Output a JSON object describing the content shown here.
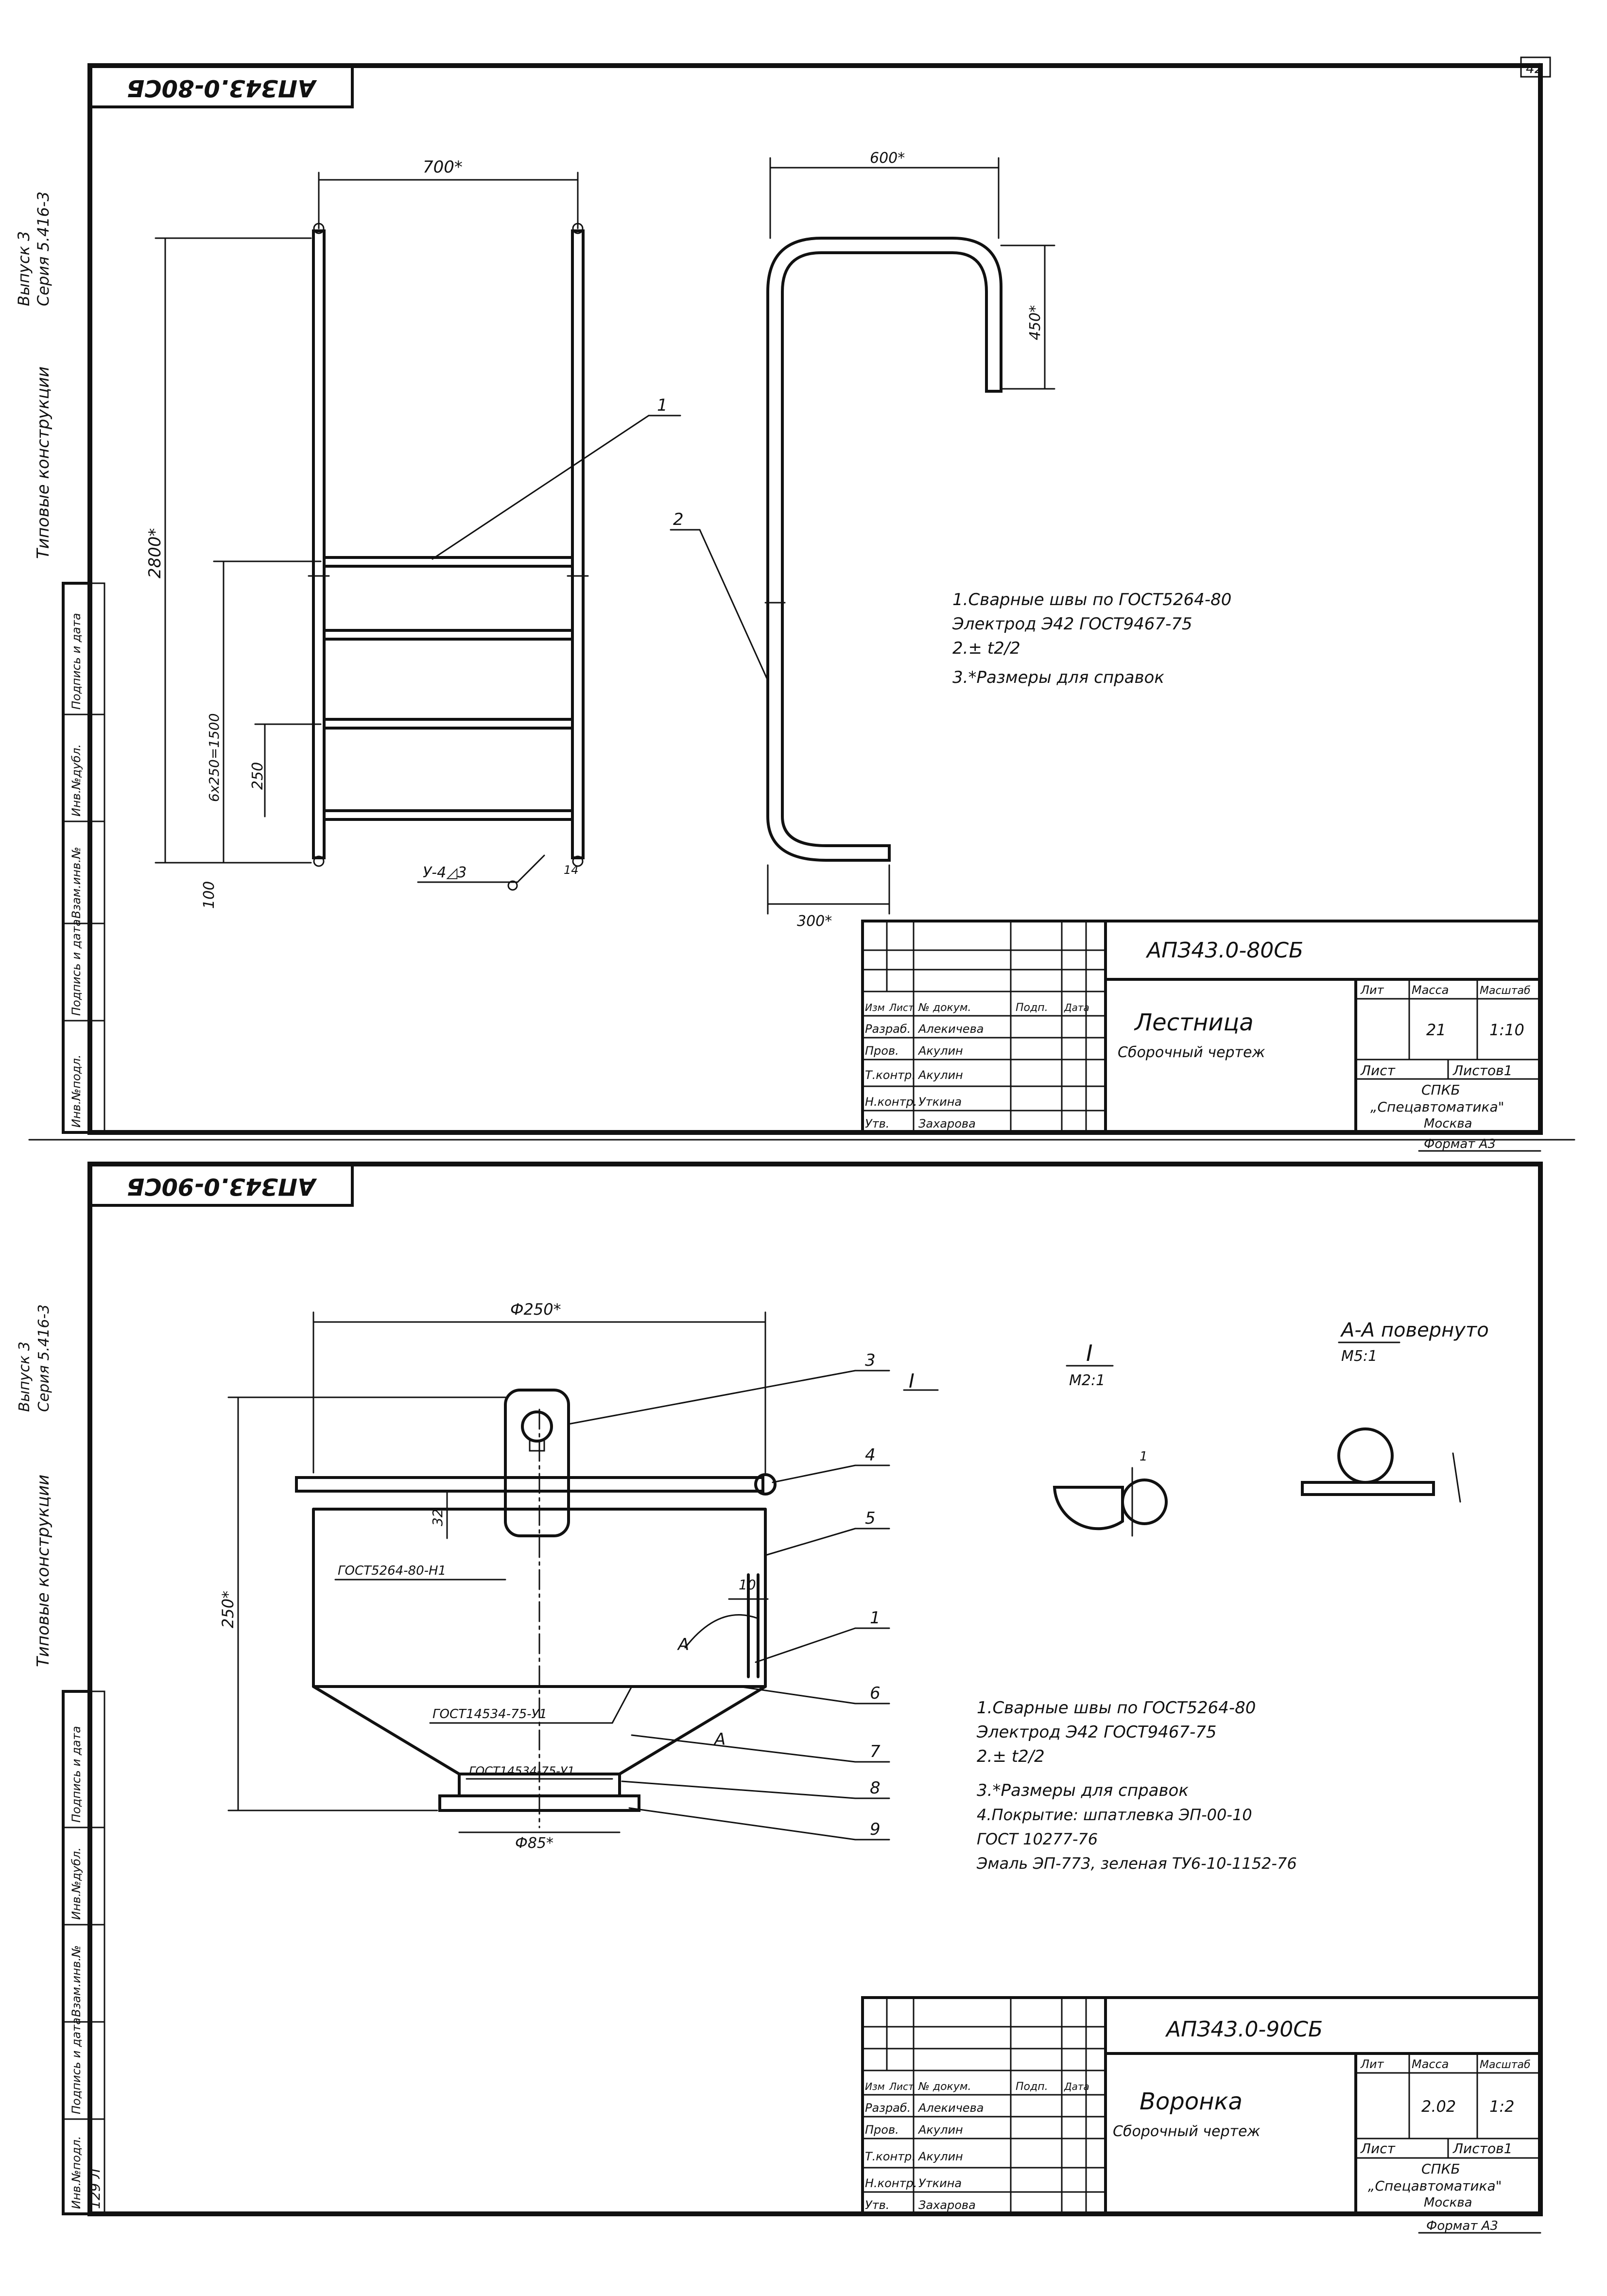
{
  "corner_sheet": "42",
  "sheets": [
    {
      "code_stamp": "АПЗ43.0-80СБ",
      "series": "Серия 5.416-3",
      "issue": "Выпуск 3",
      "section": "Типовые конструкции",
      "dims": [
        "700*",
        "2800*",
        "6x250=1500",
        "250",
        "100",
        "600*",
        "450*",
        "300*"
      ],
      "weld_mark": "У-4◿3",
      "leaders": [
        "1",
        "2",
        "14"
      ],
      "notes": [
        "1.Сварные швы по ГОСТ5264-80",
        "Электрод Э42 ГОСТ9467-75",
        "2.± t2/2",
        "3.*Размеры для справок"
      ],
      "title_block": {
        "designation": "АПЗ43.0-80СБ",
        "name": "Лестница",
        "doc_type": "Сборочный чертеж",
        "col_headers": [
          "Лит",
          "Масса",
          "Масштаб"
        ],
        "mass": "21",
        "scale": "1:10",
        "sheet_label": "Лист",
        "sheets_label": "Листов1",
        "org1": "СПКБ",
        "org2": "„Спецавтоматика\"",
        "city": "Москва",
        "format": "Формат А3",
        "sig_head": [
          "Изм",
          "Лист",
          "№ докум.",
          "Подп.",
          "Дата"
        ],
        "roles": [
          {
            "role": "Разраб.",
            "person": "Алекичева"
          },
          {
            "role": "Пров.",
            "person": "Акулин"
          },
          {
            "role": "Т.контр.",
            "person": "Акулин"
          },
          {
            "role": "Н.контр.",
            "person": "Уткина"
          },
          {
            "role": "Утв.",
            "person": "Захарова"
          }
        ]
      },
      "margin_labels": [
        "Инв.№подл.",
        "Подпись и дата",
        "Взам.инв.№",
        "Инв.№дубл.",
        "Подпись и дата"
      ]
    },
    {
      "code_stamp": "АПЗ43.0-90СБ",
      "series": "Серия 5.416-3",
      "issue": "Выпуск 3",
      "section": "Типовые конструкции",
      "dims": [
        "Ф250*",
        "250*",
        "32",
        "10",
        "Ф85*",
        "1"
      ],
      "weld_labels": [
        "ГОСТ5264-80-Н1",
        "ГОСТ14534-75-У1",
        "ГОСТ14534-75-У1"
      ],
      "section_marks": [
        "I",
        "М2:1",
        "А-А повернуто",
        "М5:1",
        "А",
        "А"
      ],
      "leaders": [
        "3",
        "4",
        "5",
        "1",
        "6",
        "7",
        "8",
        "9"
      ],
      "notes": [
        "1.Сварные швы по ГОСТ5264-80",
        "Электрод Э42 ГОСТ9467-75",
        "2.± t2/2",
        "3.*Размеры для справок",
        "4.Покрытие: шпатлевка ЭП-00-10",
        "ГОСТ 10277-76",
        "Эмаль ЭП-773, зеленая ТУ6-10-1152-76"
      ],
      "title_block": {
        "designation": "АПЗ43.0-90СБ",
        "name": "Воронка",
        "doc_type": "Сборочный чертеж",
        "col_headers": [
          "Лит",
          "Масса",
          "Масштаб"
        ],
        "mass": "2.02",
        "scale": "1:2",
        "sheet_label": "Лист",
        "sheets_label": "Листов1",
        "org1": "СПКБ",
        "org2": "„Спецавтоматика\"",
        "city": "Москва",
        "format": "Формат А3",
        "sig_head": [
          "Изм",
          "Лист",
          "№ докум.",
          "Подп.",
          "Дата"
        ],
        "roles": [
          {
            "role": "Разраб.",
            "person": "Алекичева"
          },
          {
            "role": "Пров.",
            "person": "Акулин"
          },
          {
            "role": "Т.контр.",
            "person": "Акулин"
          },
          {
            "role": "Н.контр.",
            "person": "Уткина"
          },
          {
            "role": "Утв.",
            "person": "Захарова"
          }
        ]
      },
      "margin_labels": [
        "Инв.№подл.",
        "Подпись и дата",
        "Взам.инв.№",
        "Инв.№дубл.",
        "Подпись и дата"
      ],
      "inv_no": "129 Л"
    }
  ]
}
